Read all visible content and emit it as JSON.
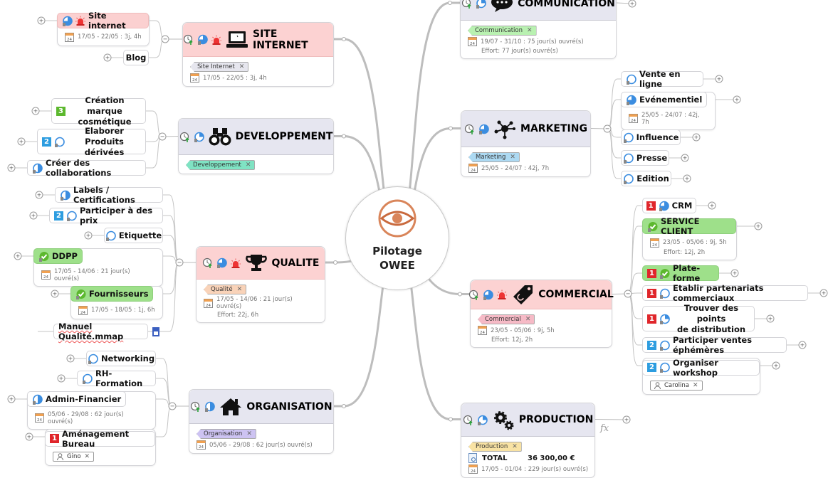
{
  "central": {
    "title": "Pilotage\nOWEE",
    "logo": "owee-eye-logo"
  },
  "colors": {
    "priority1": "#e0262b",
    "priority2": "#2d9de0",
    "priority3": "#5cb82e",
    "progress": "#3b8de0",
    "done": "#5cb82e"
  },
  "nodes": [
    {
      "key": "site",
      "kind": "main",
      "title": "SITE INTERNET",
      "style": "pink",
      "icon": "laptop-icon",
      "clock": true,
      "progress": 0.75,
      "alarm": true,
      "tag": {
        "label": "Site Internet",
        "color": "#e6e6ee"
      },
      "dates": "17/05 - 22/05 : 3j, 4h"
    },
    {
      "key": "dev",
      "kind": "main",
      "title": "DEVELOPPEMENT",
      "style": "gray",
      "icon": "binoculars-icon",
      "clock": true,
      "progress": 0.25,
      "tag": {
        "label": "Developpement",
        "color": "#7fe3c3"
      }
    },
    {
      "key": "qual",
      "kind": "main",
      "title": "QUALITE",
      "style": "pink",
      "icon": "trophy-icon",
      "clock": true,
      "progress": 0.75,
      "alarm": true,
      "tag": {
        "label": "Qualité",
        "color": "#f9d3b9"
      },
      "dates": "17/05 - 14/06 : 21 jour(s) ouvré(s)",
      "effort": "Effort: 22j, 6h"
    },
    {
      "key": "org",
      "kind": "main",
      "title": "ORGANISATION",
      "style": "gray",
      "icon": "house-icon",
      "clock": true,
      "progress": 0.5,
      "tag": {
        "label": "Organisation",
        "color": "#cdc3f2"
      },
      "dates": "05/06 - 29/08 : 62 jour(s) ouvré(s)"
    },
    {
      "key": "comm",
      "kind": "main",
      "title": "COMMUNICATION",
      "style": "gray",
      "icon": "chat-bubble-icon",
      "clock": true,
      "progress": 0.25,
      "tag": {
        "label": "Communication",
        "color": "#b9f1b1"
      },
      "dates": "19/07 - 31/10 : 75 jour(s) ouvré(s)",
      "effort": "Effort: 77 jour(s) ouvré(s)"
    },
    {
      "key": "mkt",
      "kind": "main",
      "title": "MARKETING",
      "style": "gray",
      "icon": "network-icon",
      "clock": true,
      "progress": 0.75,
      "tag": {
        "label": "Marketing",
        "color": "#acd9f2"
      },
      "dates": "25/05 - 24/07 : 42j, 7h"
    },
    {
      "key": "commer",
      "kind": "main",
      "title": "COMMERCIAL",
      "style": "pink",
      "icon": "price-tag-icon",
      "clock": true,
      "progress": 0.75,
      "alarm": true,
      "tag": {
        "label": "Commercial",
        "color": "#f6bac6"
      },
      "dates": "23/05 - 05/06 : 9j, 5h",
      "effort": "Effort: 12j, 2h"
    },
    {
      "key": "prod",
      "kind": "main",
      "title": "PRODUCTION",
      "style": "gray",
      "icon": "gears-icon",
      "clock": true,
      "progress": 0.25,
      "tag": {
        "label": "Production",
        "color": "#f8e2a3"
      },
      "total": {
        "label": "TOTAL",
        "value": "36 300,00 €"
      },
      "dates": "17/05 - 01/04 : 229 jour(s) ouvré(s)"
    },
    {
      "key": "site_sub",
      "kind": "sub",
      "parent": "site",
      "title": "Site internet",
      "style": "pink",
      "progress": 0.75,
      "alarm": true,
      "dates": "17/05 - 22/05 : 3j, 4h"
    },
    {
      "key": "blog",
      "kind": "sub",
      "parent": "site",
      "title": "Blog"
    },
    {
      "key": "create",
      "kind": "sub",
      "parent": "dev",
      "title": "Création marque\ncosmétique",
      "priority": 3
    },
    {
      "key": "elab",
      "kind": "sub",
      "parent": "dev",
      "title": "Elaborer Produits\ndérivées",
      "priority": 2,
      "progress": 0
    },
    {
      "key": "collab",
      "kind": "sub",
      "parent": "dev",
      "title": "Créer des collaborations",
      "progress": 0.5
    },
    {
      "key": "labels",
      "kind": "sub",
      "parent": "qual",
      "title": "Labels / Certifications",
      "progress": 0.5
    },
    {
      "key": "prix",
      "kind": "sub",
      "parent": "qual",
      "title": "Participer à des prix",
      "priority": 2,
      "progress": 0
    },
    {
      "key": "etiq",
      "kind": "sub",
      "parent": "qual",
      "title": "Etiquette",
      "progress": 0
    },
    {
      "key": "ddpp",
      "kind": "sub",
      "parent": "qual",
      "title": "DDPP",
      "style": "green",
      "progress": 1,
      "dates": "17/05 - 14/06 : 21 jour(s) ouvré(s)"
    },
    {
      "key": "fourn",
      "kind": "sub",
      "parent": "qual",
      "title": "Fournisseurs",
      "style": "green",
      "progress": 1,
      "dates": "17/05 - 18/05 : 1j, 6h"
    },
    {
      "key": "manuel",
      "kind": "sub",
      "parent": "qual",
      "title": "Manuel Qualité.mmap",
      "attachment": "map-file-icon"
    },
    {
      "key": "network",
      "kind": "sub",
      "parent": "org",
      "title": "Networking",
      "progress": 0
    },
    {
      "key": "rh",
      "kind": "sub",
      "parent": "org",
      "title": "RH-Formation",
      "progress": 0
    },
    {
      "key": "admin",
      "kind": "sub",
      "parent": "org",
      "title": "Admin-Financier",
      "progress": 0.5,
      "dates": "05/06 - 29/08 : 62 jour(s) ouvré(s)"
    },
    {
      "key": "amen",
      "kind": "sub",
      "parent": "org",
      "title": "Aménagement Bureau",
      "priority": 1,
      "resource": "Gino"
    },
    {
      "key": "vente",
      "kind": "sub",
      "parent": "mkt",
      "title": "Vente en ligne",
      "progress": 0
    },
    {
      "key": "event",
      "kind": "sub",
      "parent": "mkt",
      "title": "Evénementiel",
      "progress": 0.75,
      "dates": "25/05 - 24/07 : 42j, 7h"
    },
    {
      "key": "infl",
      "kind": "sub",
      "parent": "mkt",
      "title": "Influence",
      "progress": 0
    },
    {
      "key": "presse",
      "kind": "sub",
      "parent": "mkt",
      "title": "Presse",
      "progress": 0
    },
    {
      "key": "edition",
      "kind": "sub",
      "parent": "mkt",
      "title": "Edition",
      "progress": 0
    },
    {
      "key": "crm",
      "kind": "sub",
      "parent": "commer",
      "title": "CRM",
      "priority": 1,
      "progress": 0.75
    },
    {
      "key": "sc",
      "kind": "sub",
      "parent": "commer",
      "title": "SERVICE CLIENT",
      "style": "green",
      "progress": 1,
      "dates": "23/05 - 05/06 : 9j, 5h",
      "effort": "Effort: 12j, 2h"
    },
    {
      "key": "plate",
      "kind": "sub",
      "parent": "commer",
      "title": "Plate-forme",
      "style": "green",
      "priority": 1,
      "progress": 1
    },
    {
      "key": "etab",
      "kind": "sub",
      "parent": "commer",
      "title": "Etablir partenariats  commerciaux",
      "priority": 1,
      "progress": 0
    },
    {
      "key": "trouv",
      "kind": "sub",
      "parent": "commer",
      "title": "Trouver des points\nde distribution",
      "priority": 1,
      "progress": 0.25
    },
    {
      "key": "pvent",
      "kind": "sub",
      "parent": "commer",
      "title": "Participer ventes éphémères",
      "priority": 2,
      "progress": 0
    },
    {
      "key": "works",
      "kind": "sub",
      "parent": "commer",
      "title": "Organiser workshop",
      "priority": 2,
      "progress": 0,
      "resource": "Carolina"
    }
  ],
  "toggles": {
    "expand": "+",
    "collapse": "−"
  },
  "formula_marker": "fx"
}
